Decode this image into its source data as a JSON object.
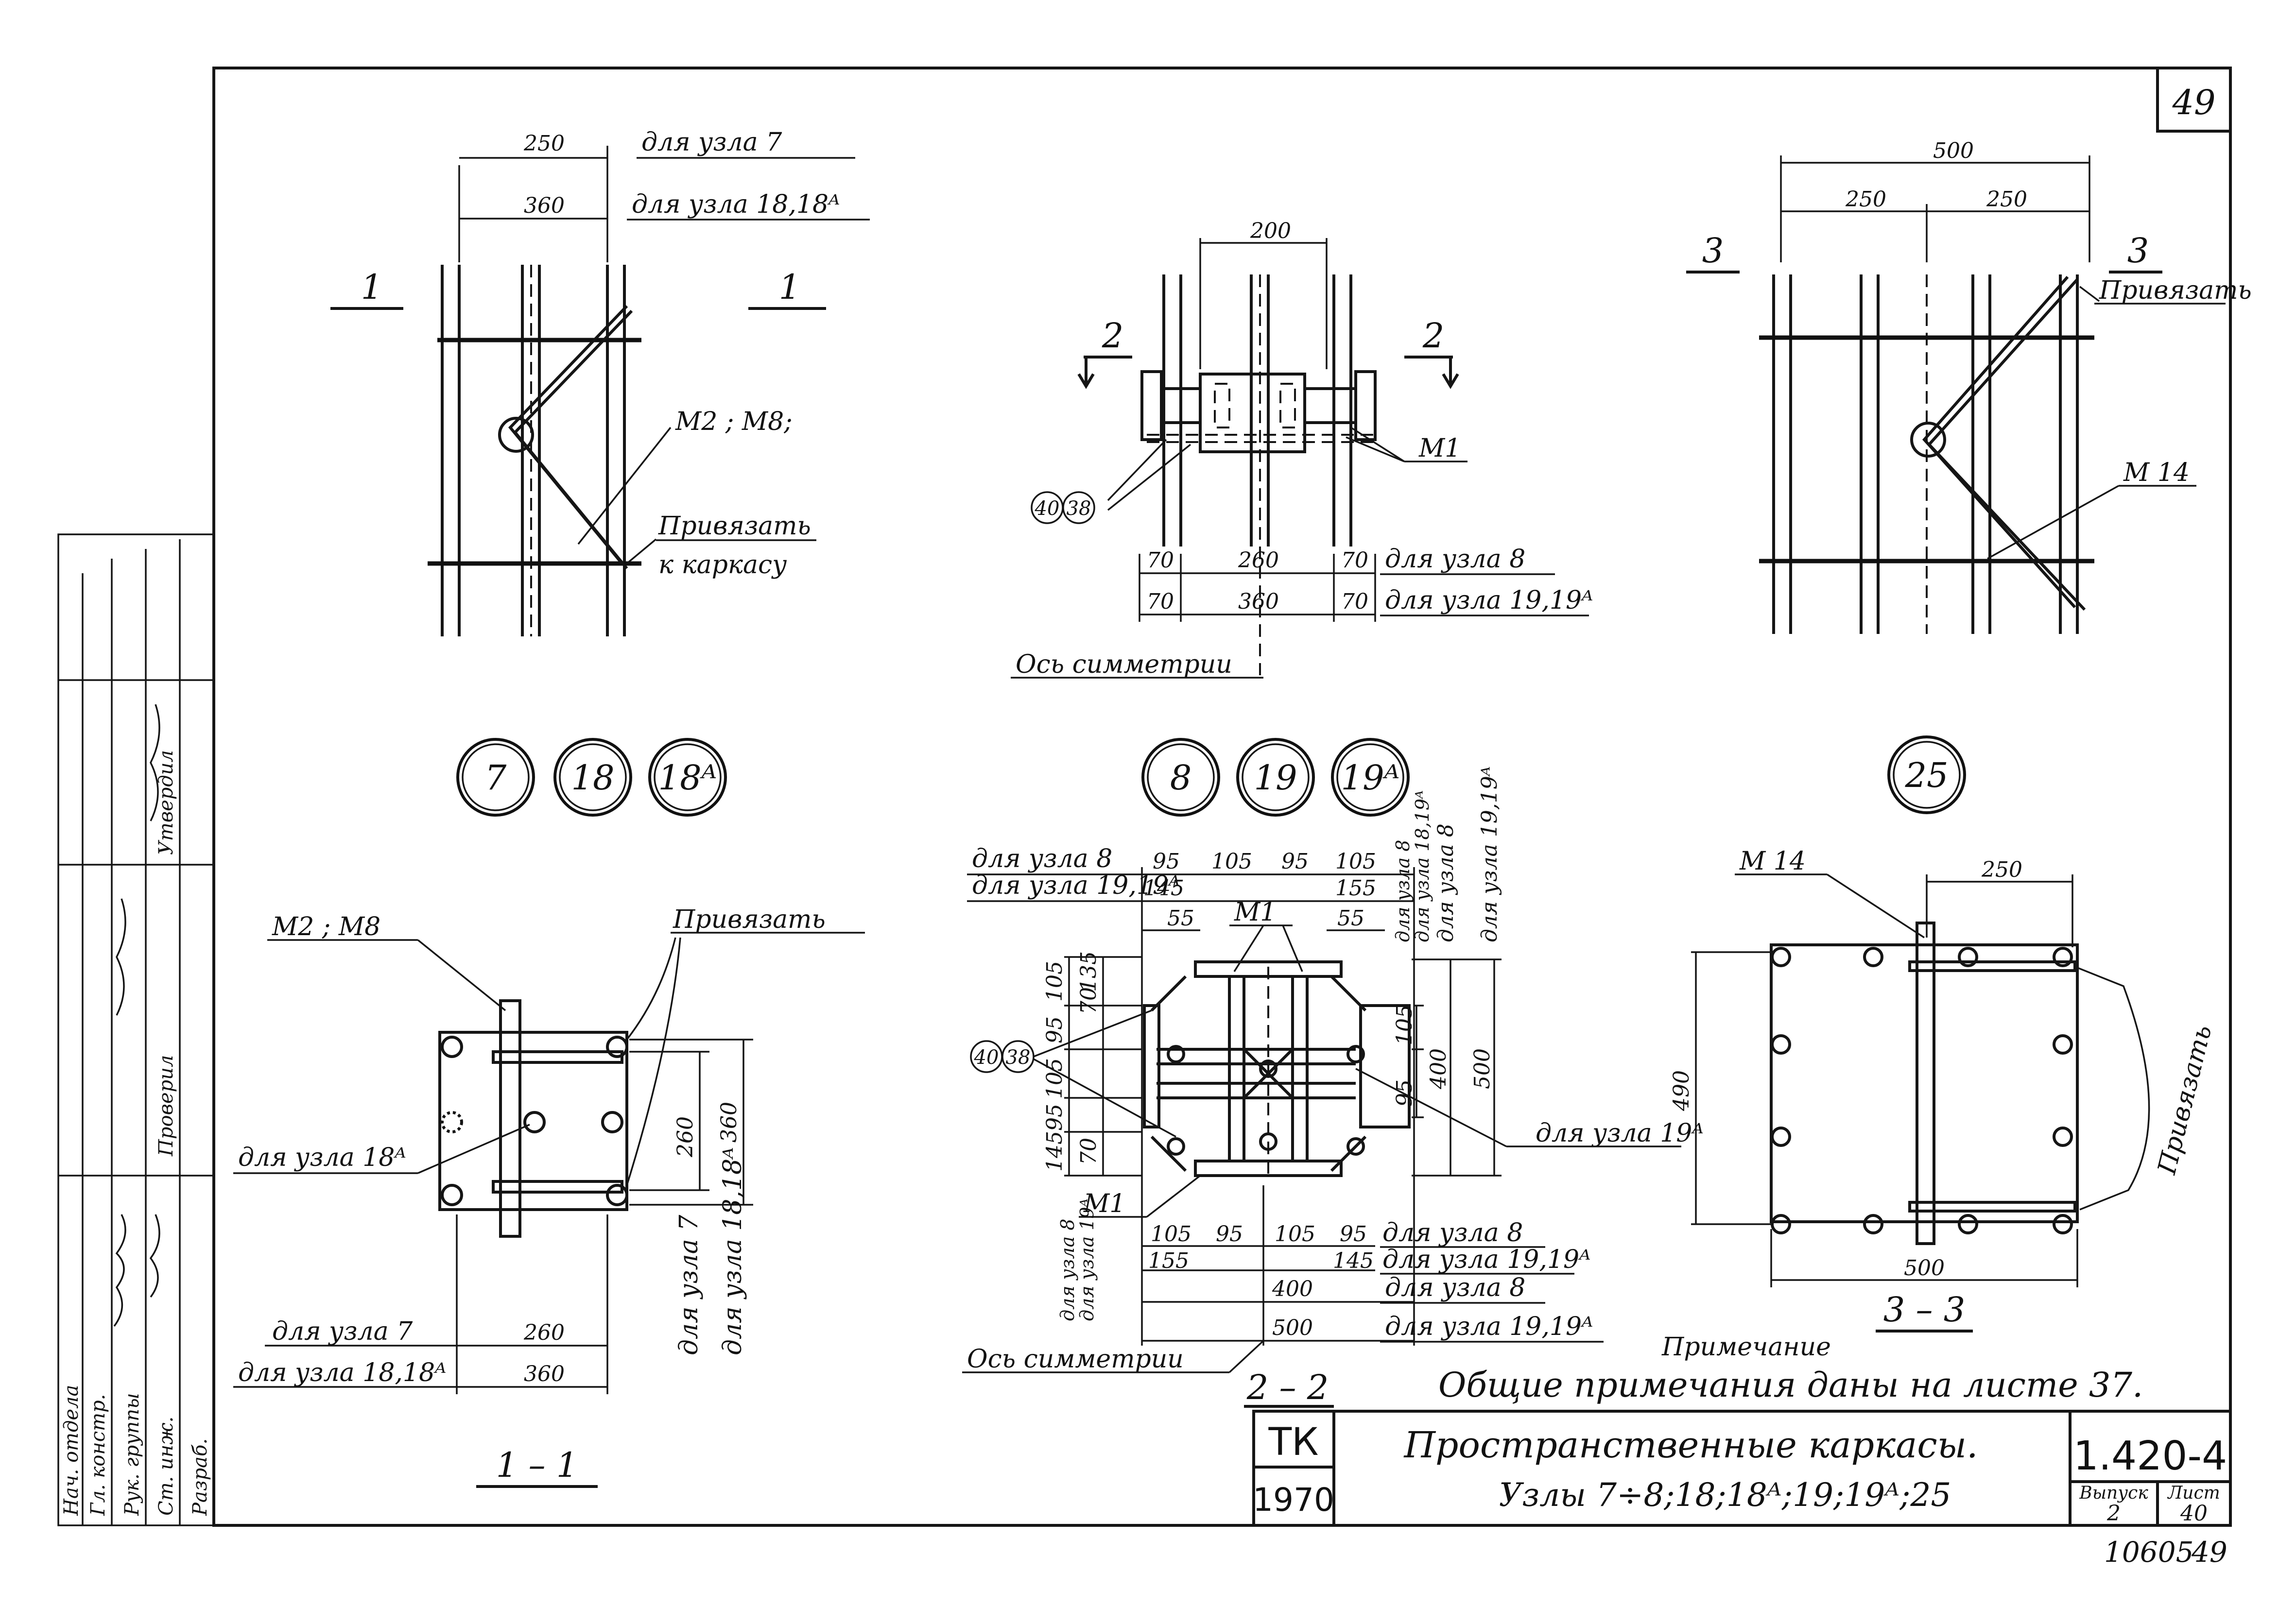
{
  "sheet": {
    "sheet_no": "49",
    "stamp_top": "ТК",
    "stamp_year": "1970",
    "series": "1.420-4",
    "title_line1": "Пространственные каркасы.",
    "title_line2": "Узлы 7÷8;18;18ᴬ;19;19ᴬ;25",
    "issue_label": "Выпуск",
    "issue_no": "2",
    "page_label": "Лист",
    "page_no": "40",
    "bottom_code": "10605",
    "bottom_no": "49"
  },
  "note": {
    "heading": "Примечание",
    "text": "Общие примечания даны на листе 37."
  },
  "side_stamp": [
    "Нач. отдела",
    "Гл. констр.",
    "Рук. группы",
    "Ст. инж.",
    "Разраб.",
    "Проверил",
    "Утвердил"
  ],
  "node_circles": {
    "group_a": [
      "7",
      "18",
      "18ᴬ"
    ],
    "group_b": [
      "8",
      "19",
      "19ᴬ"
    ],
    "group_c": [
      "25"
    ]
  },
  "view1": {
    "dim_top1": "250",
    "dim_top1_note": "для узла 7",
    "dim_top2": "360",
    "dim_top2_note": "для узла 18,18ᴬ",
    "cut_left": "1",
    "cut_right": "1",
    "mark": "М2 ; М8;",
    "tie_1": "Привязать",
    "tie_2": "к каркасу"
  },
  "view2": {
    "dim_top": "200",
    "cut_left": "2",
    "cut_right": "2",
    "mark": "М1",
    "callout_a": "40",
    "callout_b": "38",
    "row1": [
      "70",
      "260",
      "70"
    ],
    "row1_note": "для узла 8",
    "row2": [
      "70",
      "360",
      "70"
    ],
    "row2_note": "для узла 19,19ᴬ",
    "axis": "Ось симметрии"
  },
  "view3": {
    "dim_top": "500",
    "dim_a": "250",
    "dim_b": "250",
    "cut_left": "3",
    "cut_right": "3",
    "tie": "Привязать",
    "mark": "М 14"
  },
  "section11": {
    "mark": "М2 ; М8",
    "tie": "Привязать",
    "note18a": "для узла 18ᴬ",
    "dim_v1": "260",
    "dim_v2": "360",
    "dim_v1_note": "для узла 7",
    "dim_v2_note": "для узла 18,18ᴬ",
    "row1": "260",
    "row1_note": "для узла 7",
    "row2": "360",
    "row2_note": "для узла 18,18ᴬ",
    "title": "1 – 1"
  },
  "section22": {
    "top_note1": "для узла 8",
    "top_note2": "для узла 19,19ᴬ",
    "top_row1": [
      "95",
      "105",
      "95",
      "105"
    ],
    "top_row2": [
      "145",
      "155"
    ],
    "small_55a": "55",
    "small_55b": "55",
    "mark_top": "М1",
    "mark_bottom": "М1",
    "left_v": [
      "105",
      "135",
      "70",
      "95",
      "105",
      "95",
      "145",
      "70"
    ],
    "callout_a": "40",
    "callout_b": "38",
    "right_v": [
      "105",
      "95"
    ],
    "right_400": "400",
    "right_500": "500",
    "right_notes": [
      "для узла 8",
      "для узла 18,19ᴬ",
      "для узла 8",
      "для узла 19,19ᴬ"
    ],
    "note19a": "для узла 19ᴬ",
    "bottom_row1": [
      "105",
      "95",
      "105",
      "95"
    ],
    "bottom_row1_note": "для узла 8",
    "bottom_row2": [
      "155",
      "145"
    ],
    "bottom_row2_note": "для узла 19,19ᴬ",
    "bottom_left_notes": [
      "для узла 8",
      "для узла 19ᴬ"
    ],
    "row400": "400",
    "row400_note": "для узла 8",
    "row500": "500",
    "row500_note": "для узла 19,19ᴬ",
    "axis": "Ось симметрии",
    "title": "2 – 2"
  },
  "section33": {
    "mark": "М 14",
    "dim_top": "250",
    "dim_left": "490",
    "dim_bottom": "500",
    "tie": "Привязать",
    "title": "3 – 3"
  }
}
